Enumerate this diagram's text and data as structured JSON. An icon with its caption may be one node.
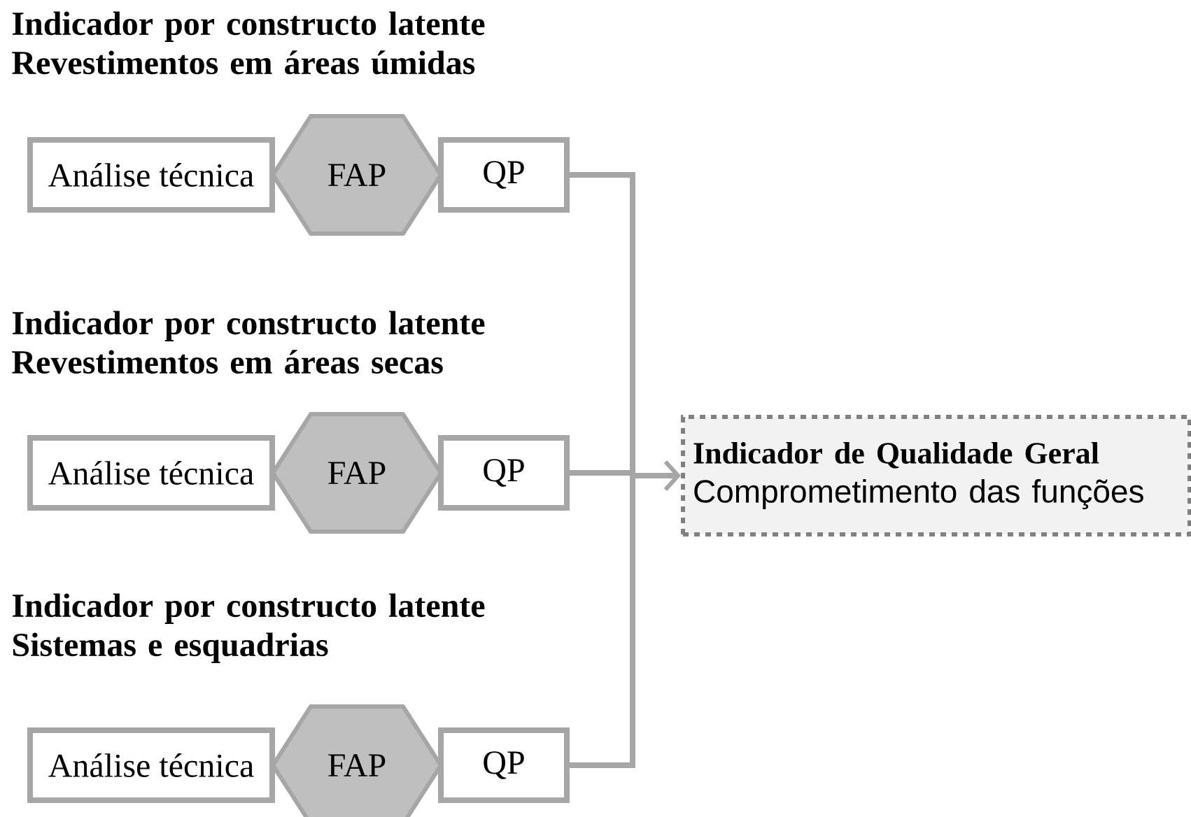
{
  "diagram": {
    "nodes": [
      {
        "text": [
          "Análise técnica"
        ]
      },
      {
        "text": [
          "FAP"
        ]
      },
      {
        "text": [
          "QP"
        ]
      },
      {
        "text": [
          "Análise técnica"
        ]
      },
      {
        "text": [
          "FAP"
        ]
      },
      {
        "text": [
          "QP"
        ]
      },
      {
        "text": [
          "Análise técnica"
        ]
      },
      {
        "text": [
          "FAP"
        ]
      },
      {
        "text": [
          "QP"
        ]
      },
      {
        "text": [
          "Indicador de Qualidade Geral",
          "Comprometimento das funções"
        ]
      }
    ],
    "edges": [
      {
        "from": 2,
        "to": 9,
        "arrow": "to"
      },
      {
        "from": 5,
        "to": 9,
        "arrow": "to"
      },
      {
        "from": 8,
        "to": 9,
        "arrow": "to"
      }
    ],
    "labels": [
      "Indicador por constructo latente Revestimentos em áreas úmidas",
      "Indicador por constructo latente Revestimentos em áreas secas",
      "Indicador por constructo latente Sistemas e esquadrias"
    ]
  }
}
